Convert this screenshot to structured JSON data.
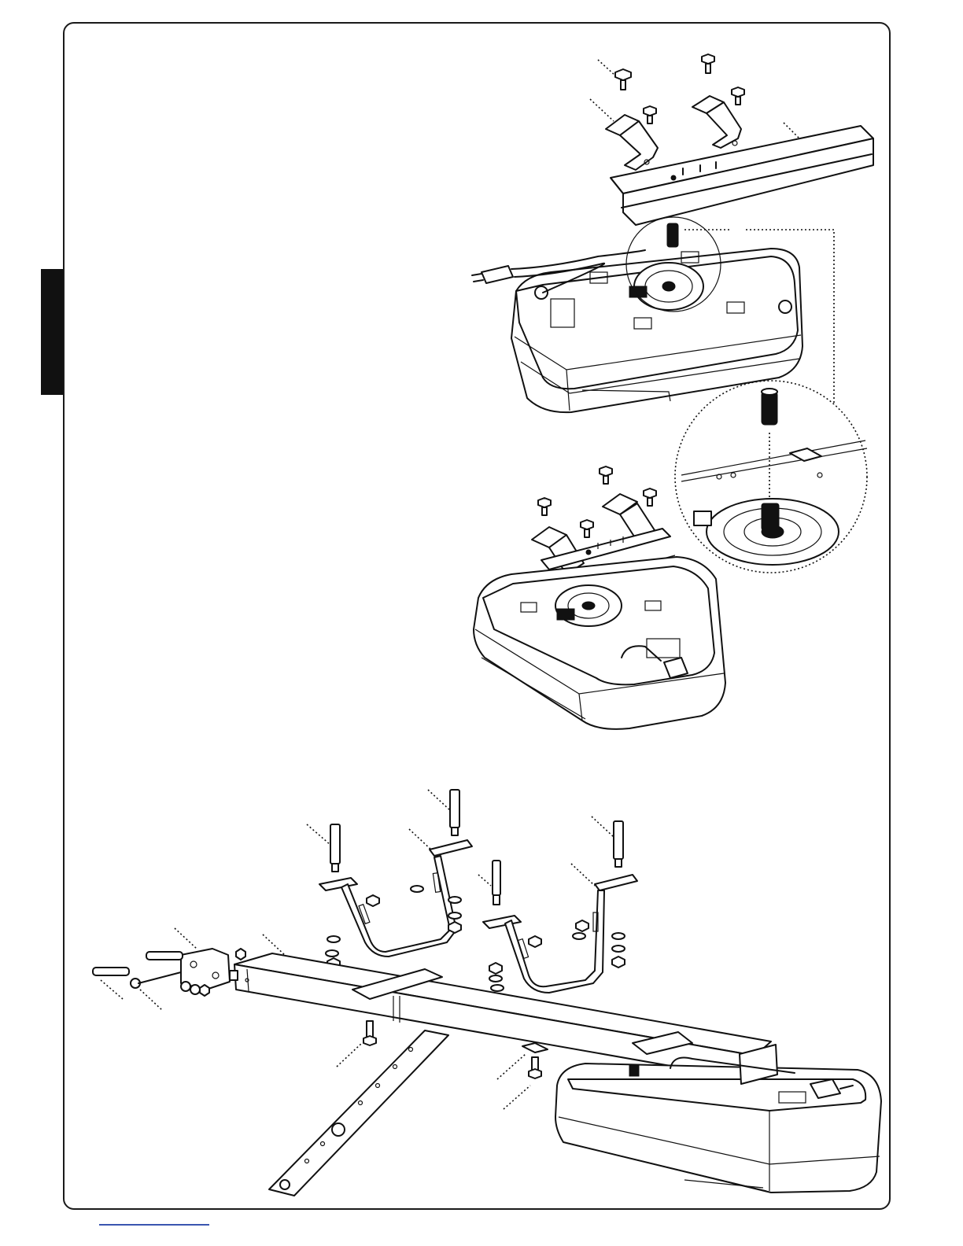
{
  "figure": {
    "frame_color": "#1a1a1a",
    "tab_color": "#111111",
    "footer_rule_color": "#3a55b0",
    "steps": [
      {
        "id": "step-1",
        "depicts": "motor-unit-mount-to-rail"
      },
      {
        "id": "step-2",
        "depicts": "motor-unit-mounted"
      },
      {
        "id": "step-3",
        "depicts": "ceiling-bracket-assembly"
      }
    ]
  }
}
